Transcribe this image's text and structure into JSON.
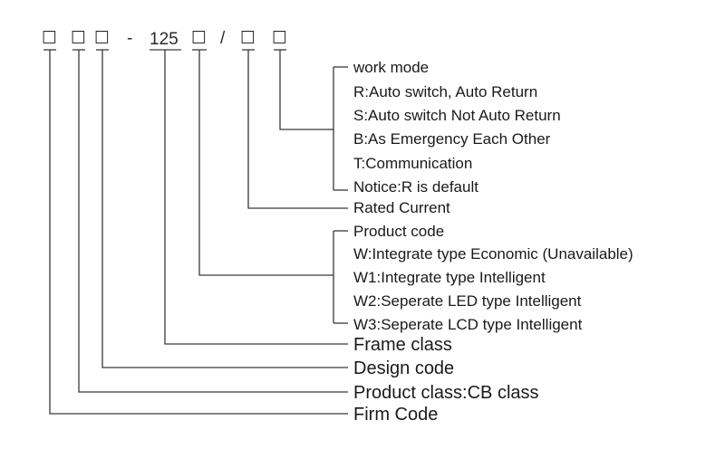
{
  "code_pattern": {
    "box_glyph": "☐",
    "dash": "-",
    "current_value": "125",
    "slash": "/"
  },
  "groups": {
    "work_mode": {
      "title": "work mode",
      "items": [
        "R:Auto switch, Auto Return",
        "S:Auto switch Not Auto Return",
        "B:As Emergency Each Other",
        "T:Communication",
        "Notice:R is default"
      ]
    },
    "rated_current": {
      "title": "Rated Current"
    },
    "product_code": {
      "title": "Product code",
      "items": [
        "W:Integrate type Economic (Unavailable)",
        "W1:Integrate type Intelligent",
        "W2:Seperate LED type Intelligent",
        "W3:Seperate LCD type Intelligent"
      ]
    },
    "frame_class": {
      "title": "Frame class"
    },
    "design_code": {
      "title": "Design code"
    },
    "product_class": {
      "title": "Product class:CB class"
    },
    "firm_code": {
      "title": "Firm Code"
    }
  },
  "colors": {
    "line": "#3a3a3a",
    "text": "#1a1a1a"
  }
}
